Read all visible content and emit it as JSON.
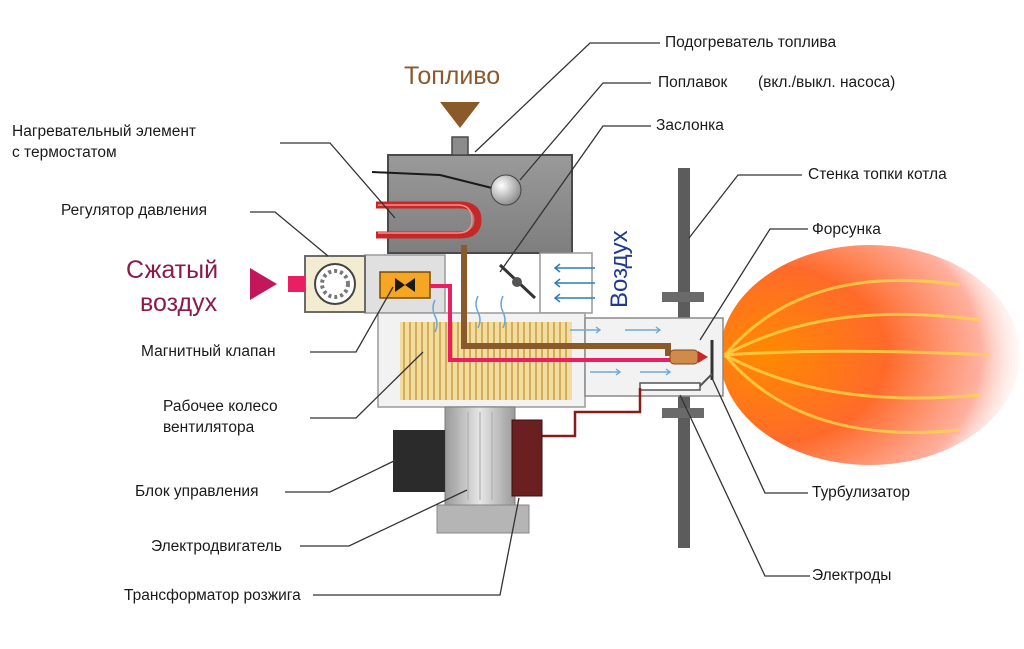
{
  "diagram": {
    "big_labels": {
      "fuel": "Топливо",
      "compressed_air_line1": "Сжатый",
      "compressed_air_line2": "воздух",
      "air": "Воздух"
    },
    "labels_left": {
      "heating_element_line1": "Нагревательный элемент",
      "heating_element_line2": "с термостатом",
      "pressure_regulator": "Регулятор давления",
      "solenoid_valve": "Магнитный клапан",
      "impeller_line1": "Рабочее колесо",
      "impeller_line2": "вентилятора",
      "control_unit": "Блок управления",
      "motor": "Электродвигатель",
      "ignition_transformer": "Трансформатор розжига"
    },
    "labels_right": {
      "fuel_preheater": "Подогреватель топлива",
      "float": "Поплавок",
      "float_note": "(вкл./выкл. насоса)",
      "damper": "Заслонка",
      "furnace_wall": "Стенка топки котла",
      "nozzle": "Форсунка",
      "turbulator": "Турбулизатор",
      "electrodes": "Электроды"
    },
    "colors": {
      "fuel_brown": "#8a5a2b",
      "compressed_air": "#c2185b",
      "air_blue": "#1f3a93",
      "heater_red": "#c62828",
      "body_gray": "#8c8c8c",
      "flame_orange": "#ff7a1a"
    }
  }
}
